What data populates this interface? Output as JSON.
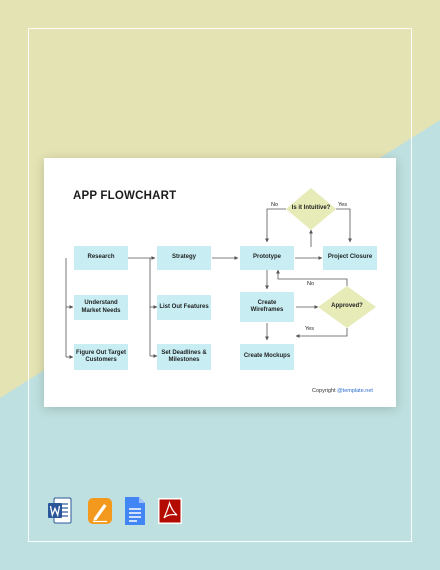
{
  "title": "APP FLOWCHART",
  "nodes": {
    "research": "Research",
    "understand": "Understand Market Needs",
    "figure": "Figure Out Target Customers",
    "strategy": "Strategy",
    "features": "List Out Features",
    "deadlines": "Set Deadlines & Milestones",
    "prototype": "Prototype",
    "wireframes": "Create Wireframes",
    "mockups": "Create Mockups",
    "closure": "Project Closure",
    "intuitive": "Is it Intuitive?",
    "approved": "Approved?"
  },
  "edge_labels": {
    "intuitive_no": "No",
    "intuitive_yes": "Yes",
    "approved_no": "No",
    "approved_yes": "Yes"
  },
  "footer": {
    "copyright": "Copyright",
    "site": "@template.net"
  },
  "app_icons": [
    "word-icon",
    "pages-icon",
    "google-docs-icon",
    "pdf-icon"
  ],
  "colors": {
    "process_box": "#c8eef4",
    "decision": "#e6ebb8",
    "bg_top": "#e4e3b3",
    "bg_bottom": "#bfe0e0",
    "connector": "#555555"
  }
}
